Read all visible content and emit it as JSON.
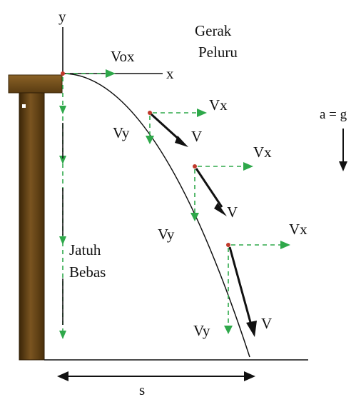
{
  "labels": {
    "y_axis": "y",
    "x_axis": "x",
    "title_line1": "Gerak",
    "title_line2": "Peluru",
    "v0x": "Vox",
    "vx": "Vx",
    "vy": "Vy",
    "v": "V",
    "free_fall_line1": "Jatuh",
    "free_fall_line2": "Bebas",
    "accel": "a = g",
    "range": "s"
  },
  "colors": {
    "green": "#2ea84a",
    "tower_brown": "#6b4a1a",
    "point_red": "#c0392b"
  }
}
